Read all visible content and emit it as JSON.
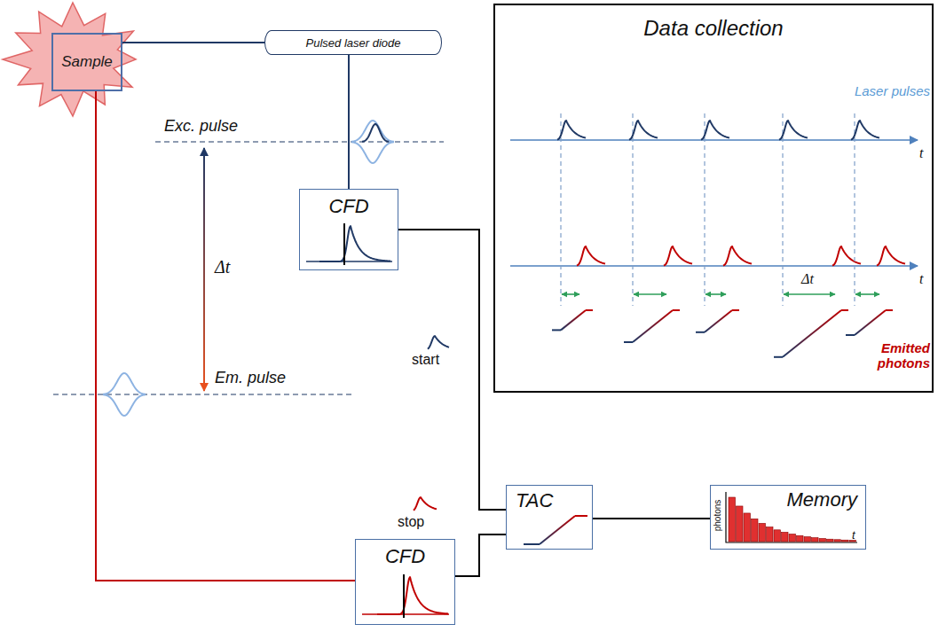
{
  "diagram": {
    "nodes": [
      {
        "text": [
          "Sample"
        ]
      },
      {
        "text": [
          "Pulsed laser diode"
        ]
      },
      {
        "text": [
          "Data collection",
          "Laser pulses",
          "Emitted photons"
        ]
      },
      {
        "text": [
          "CFD"
        ]
      },
      {
        "text": [
          "TAC"
        ]
      },
      {
        "text": [
          "Memory"
        ]
      },
      {
        "text": [
          "CFD"
        ]
      }
    ],
    "edges": [
      {
        "from": 0,
        "to": 1,
        "arrow": "none"
      },
      {
        "from": 1,
        "to": 3,
        "arrow": "none"
      },
      {
        "from": 3,
        "to": 4,
        "label": "start",
        "arrow": "none"
      },
      {
        "from": 6,
        "to": 4,
        "label": "stop",
        "arrow": "none"
      },
      {
        "from": 4,
        "to": 5,
        "arrow": "none"
      },
      {
        "from": 0,
        "to": 6,
        "arrow": "none"
      }
    ],
    "labels": [
      "Exc. pulse",
      "Δt",
      "Em. pulse",
      "t",
      "Δt",
      "t",
      "photons",
      "t"
    ]
  }
}
